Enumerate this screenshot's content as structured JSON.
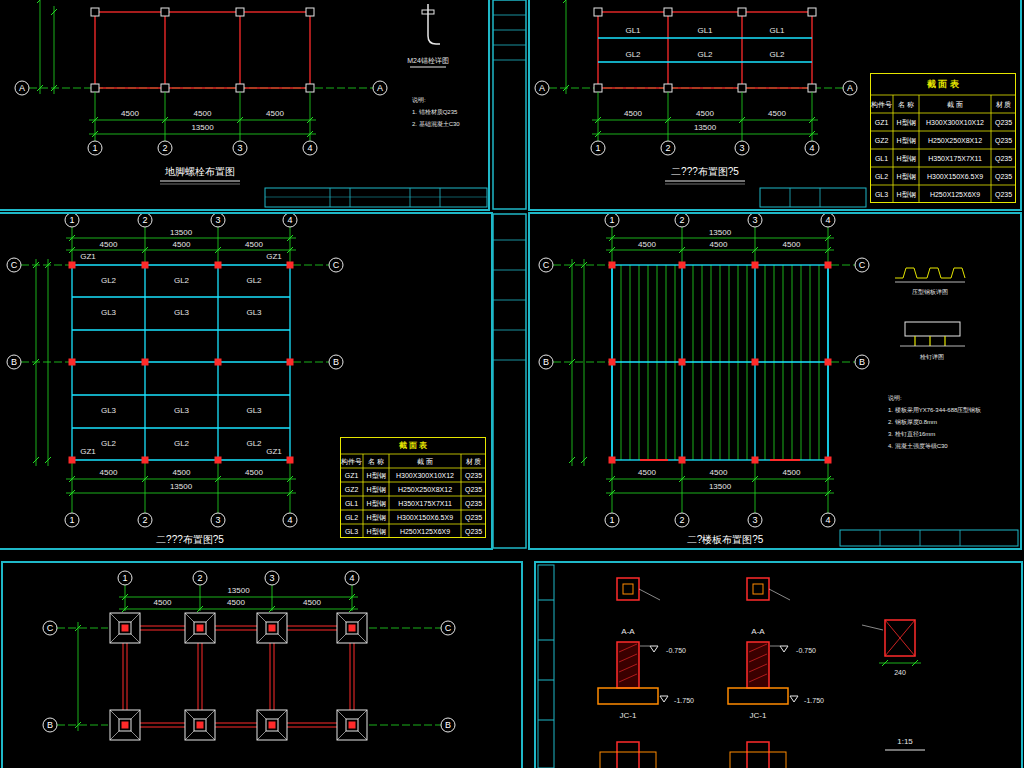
{
  "diagram": {
    "nodes": [
      {
        "text": [
          "地脚螺栓布置图"
        ]
      },
      {
        "text": [
          "二???布置图?5"
        ]
      },
      {
        "text": [
          "截 面 表"
        ],
        "in": 1
      },
      {
        "text": [
          "二???布置图?5"
        ]
      },
      {
        "text": [
          "截 面 表"
        ],
        "in": 3
      },
      {
        "text": [
          "二?楼板布置图?5"
        ]
      }
    ],
    "labels": [
      "A",
      "A",
      "1",
      "2",
      "3",
      "4",
      "4500",
      "4500",
      "4500",
      "13500",
      "M24锚栓详图",
      "说明:",
      "1. 锚栓材质Q235",
      "2. 基础混凝土C30",
      "A",
      "A",
      "1",
      "2",
      "3",
      "4",
      "GL1",
      "GL1",
      "GL1",
      "GL2",
      "GL2",
      "GL2",
      "4500",
      "4500",
      "4500",
      "13500",
      "构件号",
      "名 称",
      "截 面",
      "材 质",
      "GZ1",
      "H型钢",
      "H300X300X10X12",
      "Q235",
      "GZ2",
      "H型钢",
      "H250X250X8X12",
      "Q235",
      "GL1",
      "H型钢",
      "H350X175X7X11",
      "Q235",
      "GL2",
      "H型钢",
      "H300X150X6.5X9",
      "Q235",
      "GL3",
      "H型钢",
      "H250X125X6X9",
      "Q235",
      "1",
      "2",
      "3",
      "4",
      "1",
      "2",
      "3",
      "4",
      "C",
      "B",
      "C",
      "B",
      "13500",
      "4500",
      "4500",
      "4500",
      "4500",
      "4500",
      "4500",
      "13500",
      "GZ1",
      "GZ1",
      "GZ1",
      "GZ1",
      "GL2",
      "GL2",
      "GL2",
      "GL3",
      "GL3",
      "GL3",
      "GL3",
      "GL3",
      "GL3",
      "GL2",
      "GL2",
      "GL2",
      "构件号",
      "名 称",
      "截 面",
      "材 质",
      "GZ1",
      "H型钢",
      "H300X300X10X12",
      "Q235",
      "GZ2",
      "H型钢",
      "H250X250X8X12",
      "Q235",
      "GL1",
      "H型钢",
      "H350X175X7X11",
      "Q235",
      "GL2",
      "H型钢",
      "H300X150X6.5X9",
      "Q235",
      "GL3",
      "H型钢",
      "H250X125X6X9",
      "Q235",
      "1",
      "2",
      "3",
      "4",
      "1",
      "2",
      "3",
      "4",
      "C",
      "B",
      "C",
      "B",
      "13500",
      "4500",
      "4500",
      "4500",
      "4500",
      "4500",
      "4500",
      "13500",
      "压型钢板详图",
      "栓钉详图",
      "说明:",
      "1. 楼板采用YX76-344-688压型钢板",
      "2. 钢板厚度0.8mm",
      "3. 栓钉直径16mm",
      "4. 混凝土强度等级C30",
      "1",
      "2",
      "3",
      "4",
      "C",
      "C",
      "B",
      "B",
      "13500",
      "4500",
      "4500",
      "4500",
      "A-A",
      "JC-1",
      "-0.750",
      "-1.750",
      "A-A",
      "JC-1",
      "-0.750",
      "-1.750",
      "240",
      "1:15"
    ]
  }
}
